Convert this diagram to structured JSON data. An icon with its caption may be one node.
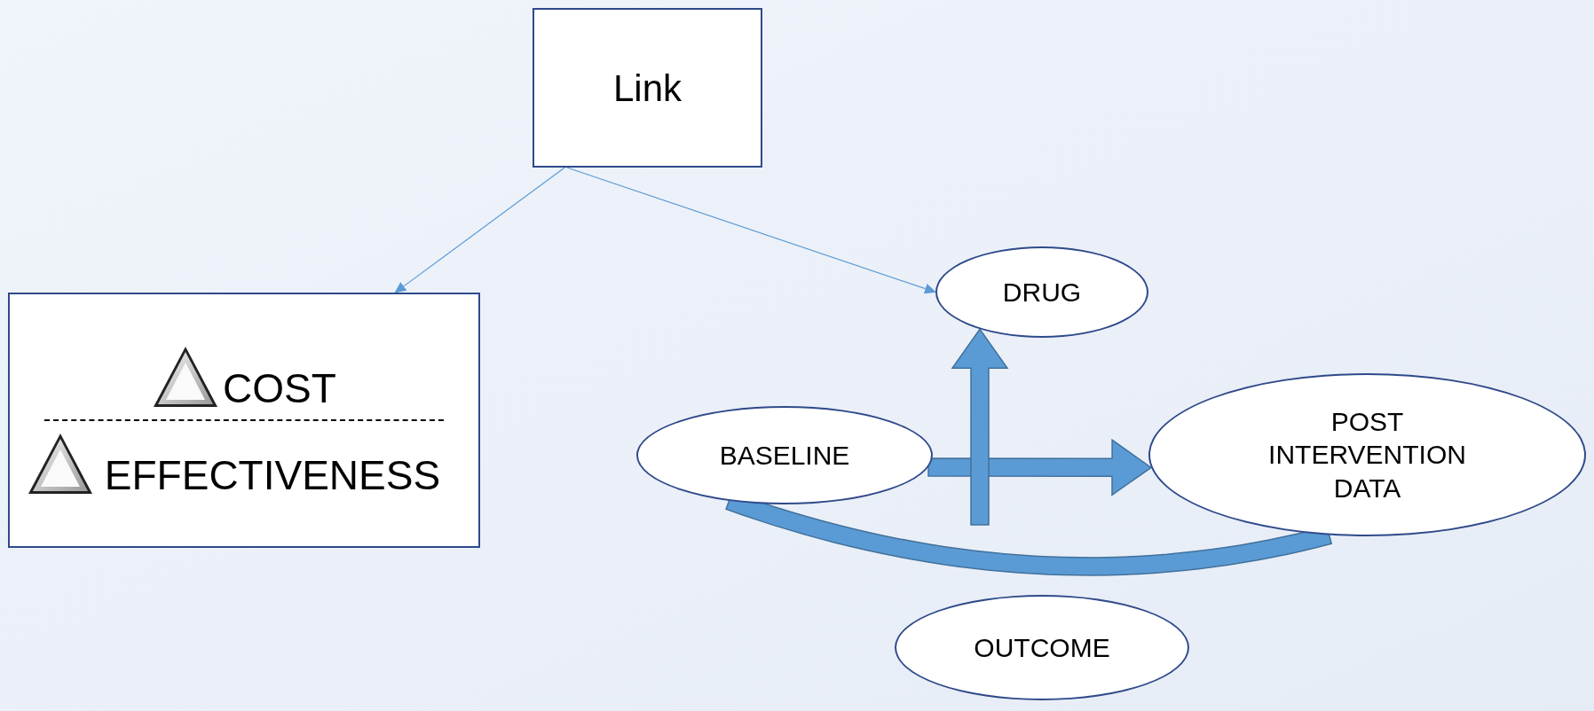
{
  "diagram": {
    "nodes": [
      {
        "text": [
          "Link"
        ]
      },
      {
        "text": [
          "COST",
          "EFFECTIVENESS"
        ]
      },
      {
        "text": [
          "DRUG"
        ]
      },
      {
        "text": [
          "BASELINE"
        ]
      },
      {
        "text": [
          "POST INTERVENTION DATA"
        ]
      },
      {
        "text": [
          "OUTCOME"
        ]
      }
    ],
    "edges": [
      {
        "from": 0,
        "to": 1,
        "arrow": "to"
      },
      {
        "from": 0,
        "to": 2,
        "arrow": "to"
      },
      {
        "from": null,
        "to": 2,
        "arrow": "to",
        "style": "thick"
      },
      {
        "from": 3,
        "to": 4,
        "arrow": "to",
        "style": "thick"
      },
      {
        "from": 4,
        "to": 3,
        "arrow": "none",
        "style": "thick"
      }
    ]
  }
}
